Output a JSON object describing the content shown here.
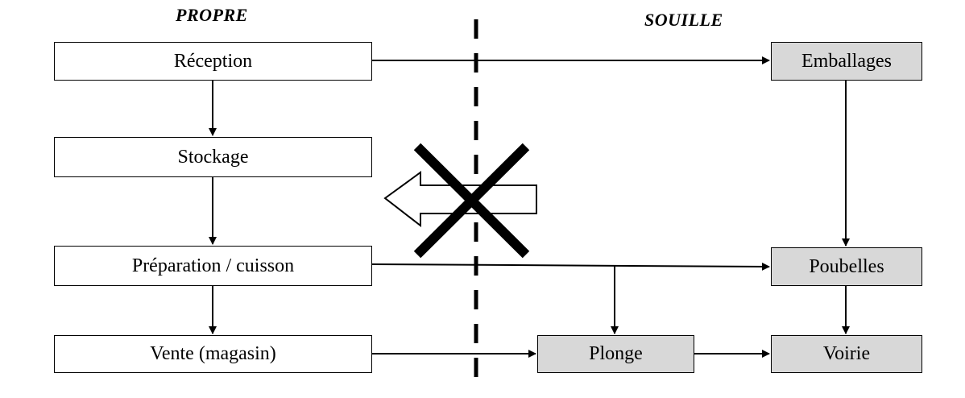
{
  "zones": {
    "clean": "PROPRE",
    "dirty": "SOUILLE"
  },
  "clean_steps": {
    "reception": "Réception",
    "stockage": "Stockage",
    "preparation": "Préparation / cuisson",
    "vente": "Vente (magasin)"
  },
  "dirty_steps": {
    "emballages": "Emballages",
    "poubelles": "Poubelles",
    "plonge": "Plonge",
    "voirie": "Voirie"
  },
  "colors": {
    "dirty_box_fill": "#d8d8d8",
    "clean_box_fill": "#ffffff",
    "line": "#000000"
  },
  "forbidden_backflow": {
    "icon": "crossed-out-arrow-icon",
    "meaning": "no return from dirty to clean zone"
  }
}
